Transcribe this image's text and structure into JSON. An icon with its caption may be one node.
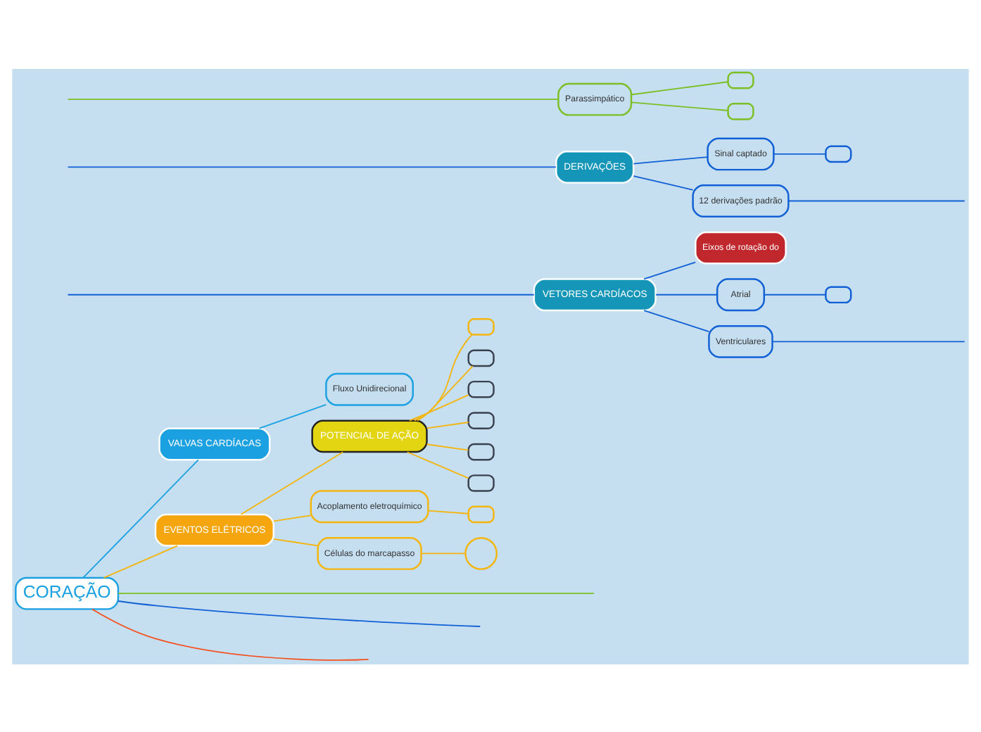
{
  "diagram": {
    "nodes": [
      {
        "text": [
          "CORAÇÃO"
        ]
      },
      {
        "text": [
          "VALVAS CARDÍACAS"
        ]
      },
      {
        "text": [
          "Fluxo Unidirecional"
        ]
      },
      {
        "text": [
          "EVENTOS ELÉTRICOS"
        ]
      },
      {
        "text": [
          "POTENCIAL DE AÇÃO"
        ]
      },
      {
        "text": [
          "Acoplamento eletroquímico"
        ]
      },
      {
        "text": [
          "Células do marcapasso"
        ]
      },
      {
        "text": [
          "VETORES CARDÍACOS"
        ]
      },
      {
        "text": [
          "Eixos de rotação do"
        ]
      },
      {
        "text": [
          "Atrial"
        ]
      },
      {
        "text": [
          "Ventriculares"
        ]
      },
      {
        "text": [
          "DERIVAÇÕES"
        ]
      },
      {
        "text": [
          "Sinal captado"
        ]
      },
      {
        "text": [
          "12 derivações padrão"
        ]
      },
      {
        "text": [
          "Parassimpático"
        ]
      },
      {
        "text": [],
        "shape": "box"
      },
      {
        "text": [],
        "shape": "box"
      },
      {
        "text": [],
        "shape": "box"
      },
      {
        "text": [],
        "shape": "box"
      },
      {
        "text": [],
        "shape": "box"
      },
      {
        "text": [],
        "shape": "box"
      },
      {
        "text": [],
        "shape": "box"
      },
      {
        "text": [],
        "shape": "box"
      },
      {
        "text": [],
        "shape": "box"
      },
      {
        "text": [],
        "shape": "circle"
      },
      {
        "text": [],
        "shape": "box"
      },
      {
        "text": [],
        "shape": "box"
      }
    ],
    "edges": [
      {
        "from": 0,
        "to": 1,
        "arrow": "none",
        "color": "#1ba1e2"
      },
      {
        "from": 1,
        "to": 2,
        "arrow": "none",
        "color": "#1ba1e2"
      },
      {
        "from": 0,
        "to": 3,
        "arrow": "none",
        "color": "#f5b50f"
      },
      {
        "from": 3,
        "to": 4,
        "arrow": "none",
        "color": "#f5b50f"
      },
      {
        "from": 3,
        "to": 5,
        "arrow": "none",
        "color": "#f5b50f"
      },
      {
        "from": 3,
        "to": 6,
        "arrow": "none",
        "color": "#f5b50f"
      },
      {
        "from": 0,
        "to": null,
        "arrow": "none",
        "color": "#7cbf24"
      },
      {
        "from": 0,
        "to": null,
        "arrow": "none",
        "color": "#1160d6"
      },
      {
        "from": 0,
        "to": null,
        "arrow": "none",
        "color": "#f4511e"
      },
      {
        "from": null,
        "to": 7,
        "arrow": "none",
        "color": "#1160d6"
      },
      {
        "from": null,
        "to": 11,
        "arrow": "none",
        "color": "#1160d6"
      },
      {
        "from": 7,
        "to": 8,
        "arrow": "none",
        "color": "#1160d6"
      },
      {
        "from": 7,
        "to": 9,
        "arrow": "none",
        "color": "#1160d6"
      },
      {
        "from": 7,
        "to": 10,
        "arrow": "none",
        "color": "#1160d6"
      },
      {
        "from": 11,
        "to": 12,
        "arrow": "none",
        "color": "#1160d6"
      },
      {
        "from": 11,
        "to": 13,
        "arrow": "none",
        "color": "#1160d6"
      },
      {
        "from": null,
        "to": 14,
        "arrow": "none",
        "color": "#7cbf24"
      },
      {
        "from": 14,
        "to": 15,
        "arrow": "none",
        "color": "#7cbf24"
      },
      {
        "from": 14,
        "to": 16,
        "arrow": "none",
        "color": "#7cbf24"
      },
      {
        "from": 4,
        "to": 17,
        "arrow": "none",
        "color": "#f5b50f"
      },
      {
        "from": 4,
        "to": 18,
        "arrow": "none",
        "color": "#f5b50f"
      },
      {
        "from": 4,
        "to": 19,
        "arrow": "none",
        "color": "#f5b50f"
      },
      {
        "from": 4,
        "to": 20,
        "arrow": "none",
        "color": "#f5b50f"
      },
      {
        "from": 4,
        "to": 21,
        "arrow": "none",
        "color": "#f5b50f"
      },
      {
        "from": 4,
        "to": 22,
        "arrow": "none",
        "color": "#f5b50f"
      },
      {
        "from": 5,
        "to": 23,
        "arrow": "none",
        "color": "#f5b50f"
      },
      {
        "from": 6,
        "to": 24,
        "arrow": "none",
        "color": "#f5b50f"
      },
      {
        "from": 9,
        "to": 25,
        "arrow": "none",
        "color": "#1160d6"
      },
      {
        "from": 10,
        "to": null,
        "arrow": "none",
        "color": "#1160d6"
      },
      {
        "from": 12,
        "to": 26,
        "arrow": "none",
        "color": "#1160d6"
      },
      {
        "from": 13,
        "to": null,
        "arrow": "none",
        "color": "#1160d6"
      }
    ]
  }
}
